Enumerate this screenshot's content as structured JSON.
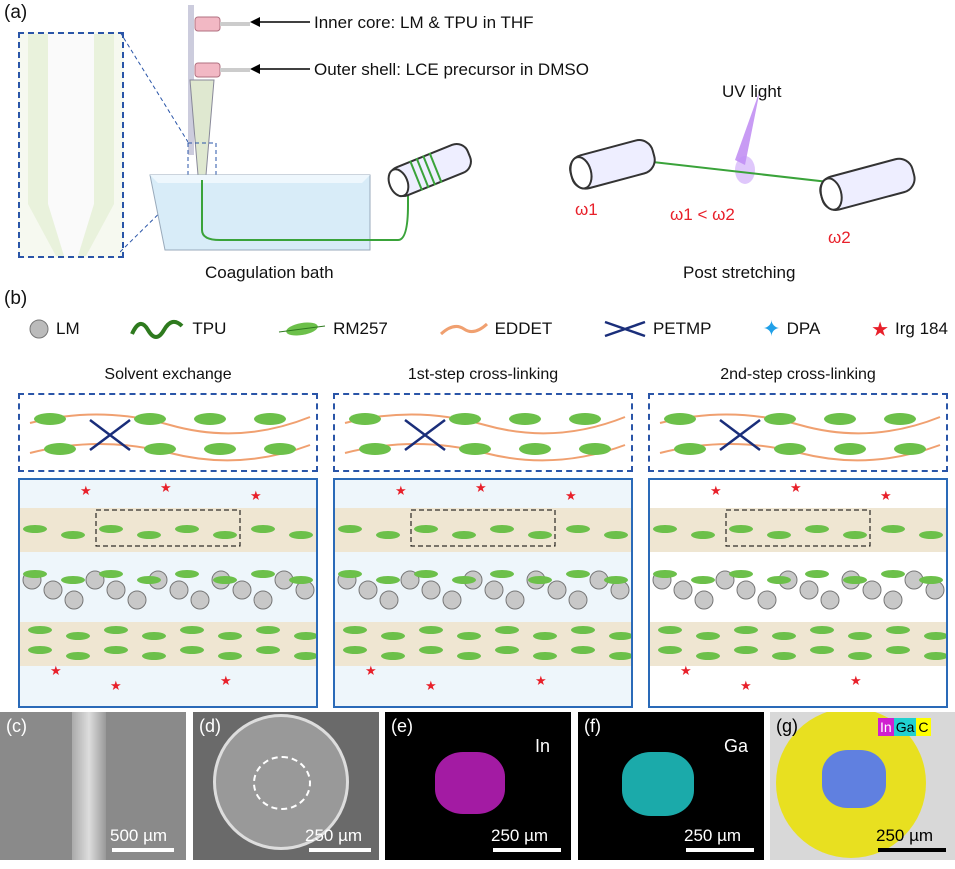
{
  "panel_a": {
    "label": "(a)",
    "inner_core": "Inner core: LM & TPU in THF",
    "outer_shell": "Outer shell: LCE precursor in DMSO",
    "uv_light": "UV light",
    "omega1": "ω1",
    "omega_relation": "ω1 < ω2",
    "omega2": "ω2",
    "coagulation_bath": "Coagulation bath",
    "post_stretching": "Post stretching"
  },
  "panel_b": {
    "label": "(b)",
    "legend": [
      {
        "name": "LM",
        "icon": "sphere-icon"
      },
      {
        "name": "TPU",
        "icon": "wave-icon"
      },
      {
        "name": "RM257",
        "icon": "ellipse-rod-icon"
      },
      {
        "name": "EDDET",
        "icon": "orange-chain-icon"
      },
      {
        "name": "PETMP",
        "icon": "cross-icon"
      },
      {
        "name": "DPA",
        "icon": "blue-star-icon"
      },
      {
        "name": "Irg 184",
        "icon": "red-star-icon"
      }
    ],
    "stages": [
      {
        "title": "Solvent exchange"
      },
      {
        "title": "1st-step cross-linking"
      },
      {
        "title": "2nd-step cross-linking"
      }
    ]
  },
  "micrographs": [
    {
      "label": "(c)",
      "scale": "500 µm"
    },
    {
      "label": "(d)",
      "scale": "250 µm"
    },
    {
      "label": "(e)",
      "element": "In",
      "scale": "250 µm"
    },
    {
      "label": "(f)",
      "element": "Ga",
      "scale": "250 µm"
    },
    {
      "label": "(g)",
      "scale": "250 µm",
      "elements": [
        "In",
        "Ga",
        "C"
      ]
    }
  ],
  "colors": {
    "in": "#d020d0",
    "ga": "#20d0d0",
    "c": "#ffff00",
    "accent_blue": "#2a6ab8",
    "red": "#e8202a"
  }
}
